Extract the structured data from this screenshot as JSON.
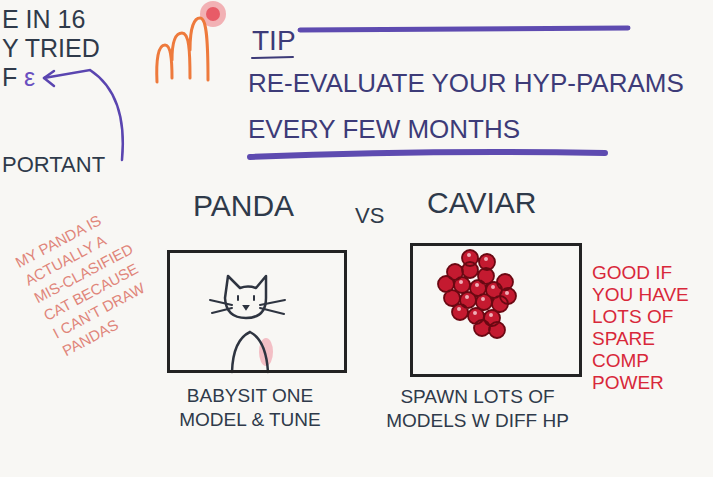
{
  "diagram": {
    "nodes": [
      {
        "text": [
          "PANDA",
          "BABYSIT ONE MODEL & TUNE"
        ]
      },
      {
        "text": [
          "CAVIAR",
          "SPAWN LOTS OF MODELS W DIFF HP"
        ]
      }
    ],
    "labels": [
      "E IN 16",
      "Y TRIED",
      "F",
      "ε",
      "PORTANT",
      "TIP",
      "RE-EVALUATE YOUR HYP-PARAMS EVERY FEW MONTHS",
      "VS",
      "MY PANDA IS ACTUALLY A MIS-CLASIFIED CAT BECAUSE I CAN'T DRAW PANDAS",
      "GOOD IF YOU HAVE LOTS OF SPARE COMP POWER"
    ]
  }
}
